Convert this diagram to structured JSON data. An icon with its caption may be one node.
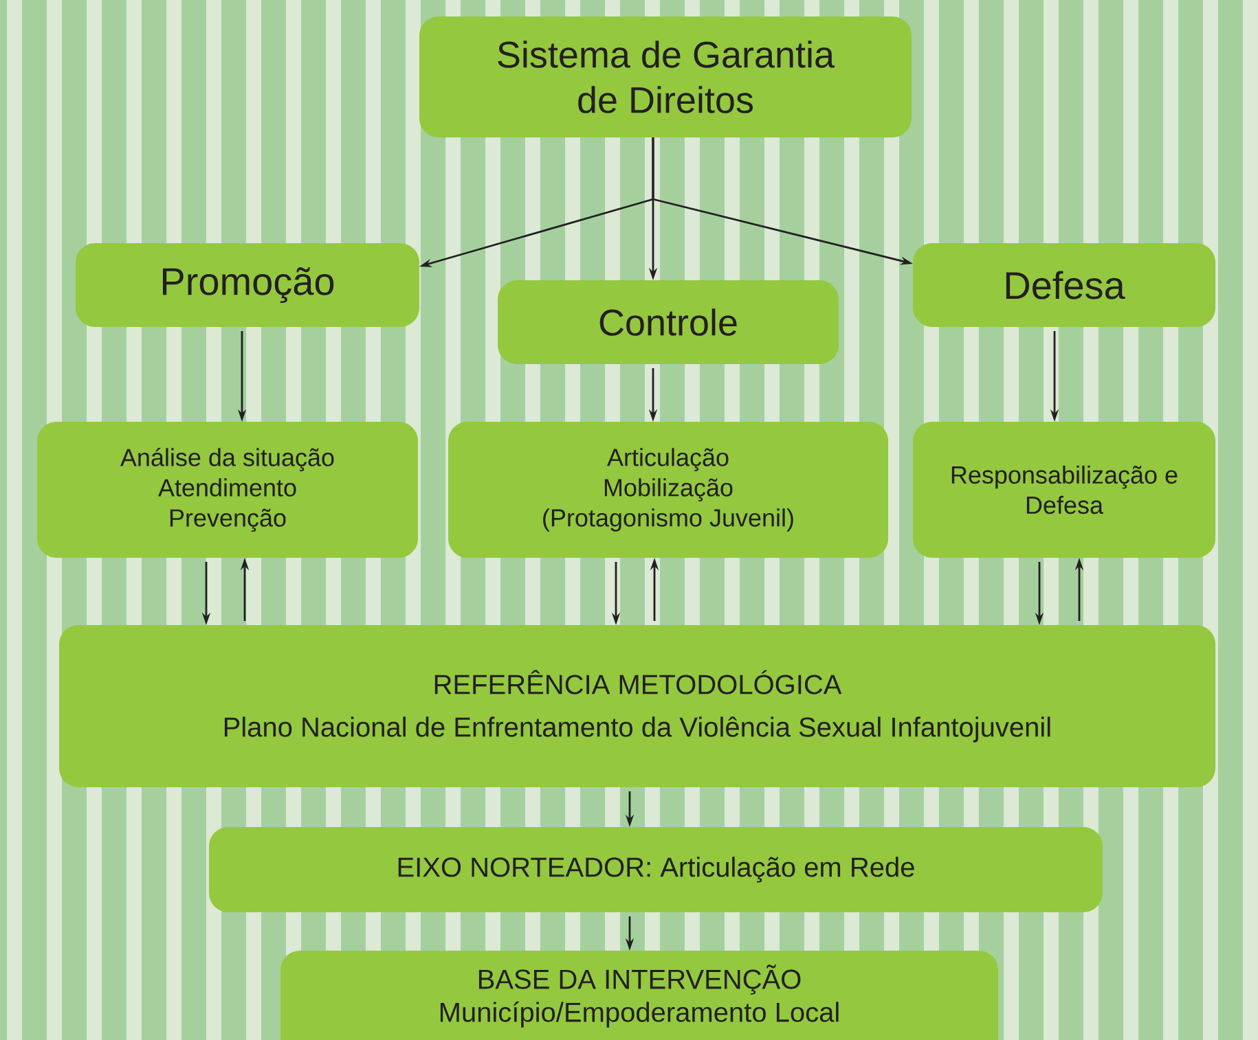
{
  "diagram": {
    "nodes": [
      {
        "text": [
          "Sistema de Garantia de Direitos"
        ]
      },
      {
        "text": [
          "Promoção"
        ]
      },
      {
        "text": [
          "Controle"
        ]
      },
      {
        "text": [
          "Defesa"
        ]
      },
      {
        "text": [
          "Análise da situação",
          "Atendimento",
          "Prevenção"
        ]
      },
      {
        "text": [
          "Articulação",
          "Mobilização",
          "(Protagonismo Juvenil)"
        ]
      },
      {
        "text": [
          "Responsabilização e Defesa"
        ]
      },
      {
        "text": [
          "REFERÊNCIA METODOLÓGICA",
          "Plano Nacional de Enfrentamento da Violência Sexual Infantojuvenil"
        ]
      },
      {
        "text": [
          "EIXO NORTEADOR: Articulação em Rede"
        ]
      },
      {
        "text": [
          "BASE DA INTERVENÇÃO",
          "Município/Empoderamento Local"
        ]
      }
    ],
    "edges": [
      {
        "from": 0,
        "to": 1,
        "arrow": "to"
      },
      {
        "from": 0,
        "to": 2,
        "arrow": "to"
      },
      {
        "from": 0,
        "to": 3,
        "arrow": "to"
      },
      {
        "from": 1,
        "to": 4,
        "arrow": "to"
      },
      {
        "from": 2,
        "to": 5,
        "arrow": "to"
      },
      {
        "from": 3,
        "to": 6,
        "arrow": "to"
      },
      {
        "from": 4,
        "to": 7,
        "arrow": "to"
      },
      {
        "from": 7,
        "to": 4,
        "arrow": "to"
      },
      {
        "from": 5,
        "to": 7,
        "arrow": "to"
      },
      {
        "from": 7,
        "to": 5,
        "arrow": "to"
      },
      {
        "from": 6,
        "to": 7,
        "arrow": "to"
      },
      {
        "from": 7,
        "to": 6,
        "arrow": "to"
      },
      {
        "from": 7,
        "to": 8,
        "arrow": "to"
      },
      {
        "from": 8,
        "to": 9,
        "arrow": "to"
      }
    ]
  }
}
